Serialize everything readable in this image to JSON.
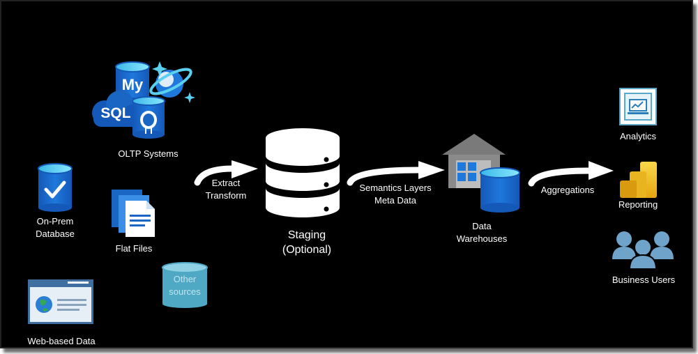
{
  "sources": {
    "oltp": "OLTP Systems",
    "onprem": "On-Prem\nDatabase",
    "flatfiles": "Flat Files",
    "other": "Other\nsources",
    "web": "Web-based Data",
    "mysql_text": "My",
    "sql_text": "SQL"
  },
  "steps": {
    "extract_transform": "Extract\nTransform",
    "staging": "Staging\n(Optional)",
    "semantics": "Semantics Layers\nMeta Data",
    "warehouses": "Data\nWarehouses",
    "aggregations": "Aggregations"
  },
  "outputs": {
    "analytics": "Analytics",
    "reporting": "Reporting",
    "business_users": "Business Users"
  },
  "colors": {
    "background": "#000000",
    "azure_blue": "#1a6fd0",
    "azure_cyan": "#5ad0f0",
    "staging_white": "#ffffff",
    "powerbi_yellow": "#f2c811",
    "users_blue": "#6fa3c9"
  }
}
